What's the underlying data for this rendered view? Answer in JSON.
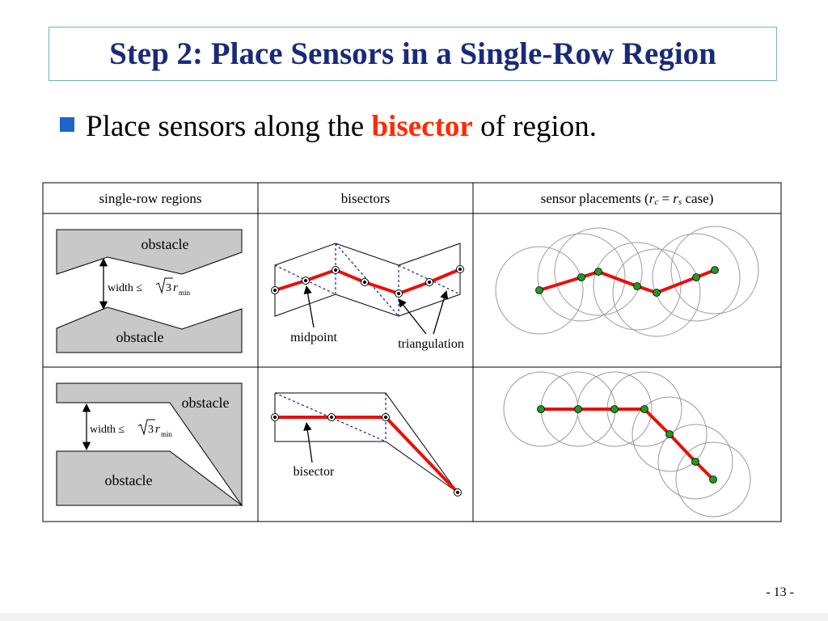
{
  "slide": {
    "title": "Step 2: Place Sensors in a Single-Row Region",
    "bullet": {
      "pre": "Place sensors along the ",
      "highlight": "bisector",
      "post": " of region."
    },
    "page_number": "- 13 -"
  },
  "table": {
    "headers": {
      "col1": "single-row regions",
      "col2": "bisectors",
      "col3_pre": "sensor placements (",
      "col3_rc_r": "r",
      "col3_rc_sub": "c",
      "col3_eq": " = ",
      "col3_rs_r": "r",
      "col3_rs_sub": "s",
      "col3_post": " case)"
    },
    "row1": {
      "obstacle_top": "obstacle",
      "obstacle_bottom": "obstacle",
      "width_label": "width ≤ ",
      "sqrt_value": "3",
      "r_symbol": "r",
      "r_sub": "min",
      "midpoint_label": "midpoint",
      "triangulation_label": "triangulation"
    },
    "row2": {
      "obstacle_top": "obstacle",
      "obstacle_bottom": "obstacle",
      "width_label": "width ≤ ",
      "sqrt_value": "3",
      "r_symbol": "r",
      "r_sub": "min",
      "bisector_label": "bisector"
    }
  },
  "colors": {
    "title": "#1a2a7a",
    "title_border": "#6fb3bf",
    "bullet_square": "#1d64c8",
    "highlight": "#ff2a00",
    "obstacle_fill": "#c8c8c8",
    "bisector_line": "#e8100a",
    "triangulation_dashed": "#1a1a8c",
    "sensor_fill": "#1f9a1f",
    "coverage_circle": "#9a9a9a"
  }
}
